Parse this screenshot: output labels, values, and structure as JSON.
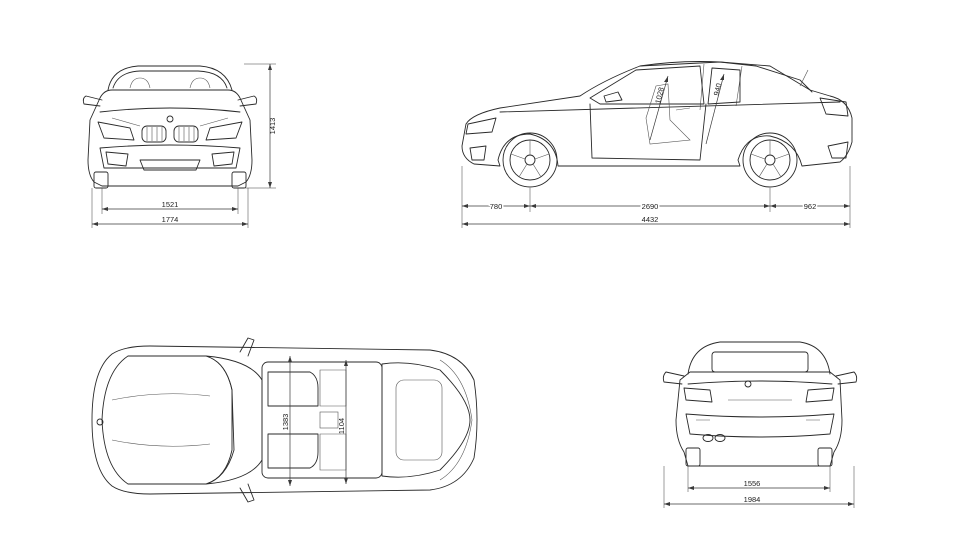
{
  "dimensions": {
    "front_track": "1521",
    "front_width": "1774",
    "height": "1413",
    "front_overhang": "780",
    "wheelbase": "2690",
    "rear_overhang": "962",
    "length": "4432",
    "front_headroom": "1028",
    "rear_headroom": "940",
    "shoulder_width_front": "1383",
    "shoulder_width_rear": "1104",
    "rear_track": "1556",
    "rear_width": "1984"
  }
}
